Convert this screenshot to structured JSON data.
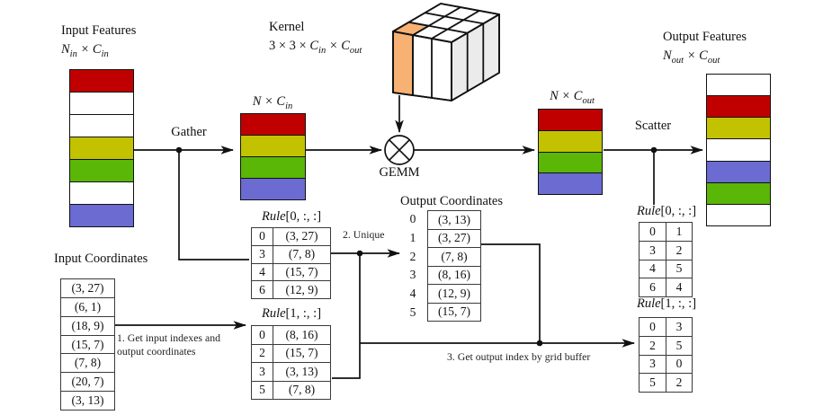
{
  "palette": {
    "red": "#c00000",
    "yellow": "#c2c200",
    "green": "#5ab607",
    "blue": "#6b6bd2",
    "orange": "#f7b173",
    "gray": "#ebebeb",
    "white": "#ffffff",
    "line": "#111111"
  },
  "stacks": {
    "input_features": {
      "title": "Input Features",
      "dims": {
        "a": "N",
        "a_sub": "in",
        "b": " × C",
        "b_sub": "in"
      },
      "cells": [
        "#c00000",
        "#ffffff",
        "#ffffff",
        "#c2c200",
        "#5ab607",
        "#ffffff",
        "#6b6bd2"
      ]
    },
    "gathered": {
      "dims": {
        "a": "N × C",
        "a_sub": "in"
      },
      "cells": [
        "#c00000",
        "#c2c200",
        "#5ab607",
        "#6b6bd2"
      ]
    },
    "gemm_out": {
      "dims": {
        "a": "N × C",
        "a_sub": "out"
      },
      "cells": [
        "#c00000",
        "#c2c200",
        "#5ab607",
        "#6b6bd2"
      ]
    },
    "output_features": {
      "title": "Output Features",
      "dims": {
        "a": "N",
        "a_sub": "out",
        "b": " × C",
        "b_sub": "out"
      },
      "cells": [
        "#ffffff",
        "#c00000",
        "#c2c200",
        "#ffffff",
        "#6b6bd2",
        "#5ab607",
        "#ffffff"
      ]
    }
  },
  "kernel": {
    "title": "Kernel",
    "dims": {
      "pre": "3 × 3 × ",
      "a": "C",
      "a_sub": "in",
      "b": " × C",
      "b_sub": "out"
    }
  },
  "ops": {
    "gather": "Gather",
    "gemm": "GEMM",
    "scatter": "Scatter"
  },
  "input_coords": {
    "title": "Input Coordinates",
    "rows": [
      "(3, 27)",
      "(6, 1)",
      "(18, 9)",
      "(15, 7)",
      "(7, 8)",
      "(20, 7)",
      "(3, 13)"
    ]
  },
  "output_coords": {
    "title": "Output Coordinates",
    "rows": [
      {
        "idx": "0",
        "val": "(3, 13)"
      },
      {
        "idx": "1",
        "val": "(3, 27)"
      },
      {
        "idx": "2",
        "val": "(7, 8)"
      },
      {
        "idx": "3",
        "val": "(8, 16)"
      },
      {
        "idx": "4",
        "val": "(12, 9)"
      },
      {
        "idx": "5",
        "val": "(15, 7)"
      }
    ]
  },
  "rules": {
    "left0": {
      "name": "Rule",
      "index": "[0, :, :]",
      "rows": [
        {
          "a": "0",
          "b": "(3, 27)"
        },
        {
          "a": "3",
          "b": "(7, 8)"
        },
        {
          "a": "4",
          "b": "(15, 7)"
        },
        {
          "a": "6",
          "b": "(12, 9)"
        }
      ]
    },
    "left1": {
      "name": "Rule",
      "index": "[1, :, :]",
      "rows": [
        {
          "a": "0",
          "b": "(8, 16)"
        },
        {
          "a": "2",
          "b": "(15, 7)"
        },
        {
          "a": "3",
          "b": "(3, 13)"
        },
        {
          "a": "5",
          "b": "(7, 8)"
        }
      ]
    },
    "right0": {
      "name": "Rule",
      "index": "[0, :, :]",
      "rows": [
        {
          "a": "0",
          "b": "1"
        },
        {
          "a": "3",
          "b": "2"
        },
        {
          "a": "4",
          "b": "5"
        },
        {
          "a": "6",
          "b": "4"
        }
      ]
    },
    "right1": {
      "name": "Rule",
      "index": "[1, :, :]",
      "rows": [
        {
          "a": "0",
          "b": "3"
        },
        {
          "a": "2",
          "b": "5"
        },
        {
          "a": "3",
          "b": "0"
        },
        {
          "a": "5",
          "b": "2"
        }
      ]
    }
  },
  "annotations": {
    "step1_line1": "1. Get input indexes and",
    "step1_line2": "output coordinates",
    "step2": "2. Unique",
    "step3": "3. Get output index by grid buffer"
  }
}
